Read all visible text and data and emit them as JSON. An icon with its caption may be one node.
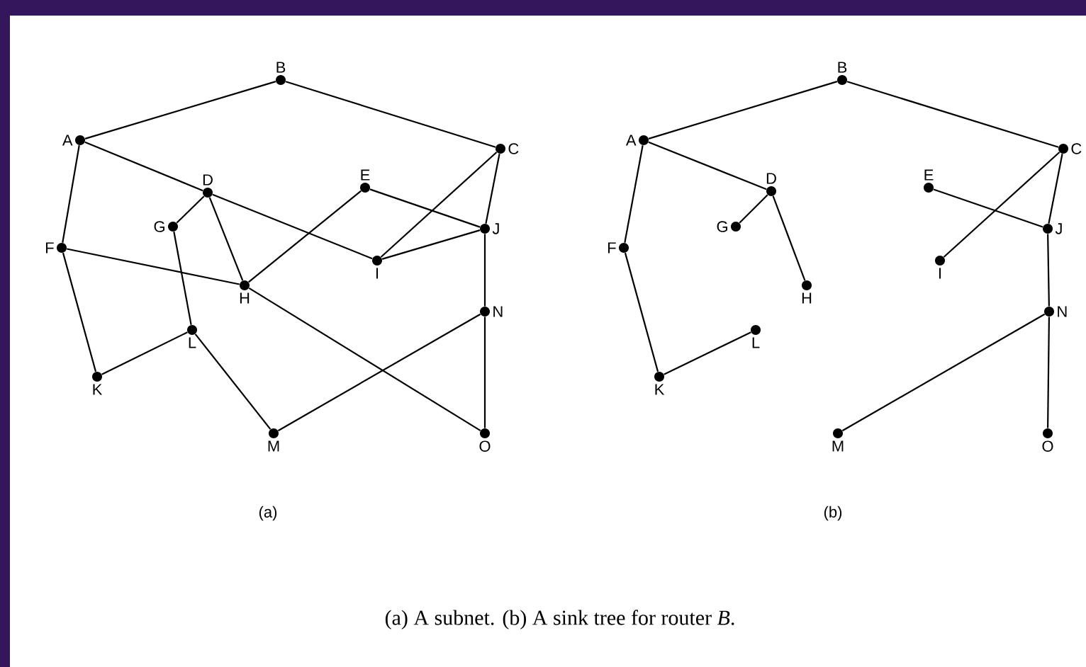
{
  "diagram": {
    "caption": "(a) A subnet. (b) A sink tree for router *B*.",
    "nodes": [
      {
        "text": [
          "A"
        ]
      },
      {
        "text": [
          "B"
        ]
      },
      {
        "text": [
          "C"
        ]
      },
      {
        "text": [
          "D"
        ]
      },
      {
        "text": [
          "E"
        ]
      },
      {
        "text": [
          "F"
        ]
      },
      {
        "text": [
          "G"
        ]
      },
      {
        "text": [
          "H"
        ]
      },
      {
        "text": [
          "I"
        ]
      },
      {
        "text": [
          "J"
        ]
      },
      {
        "text": [
          "K"
        ]
      },
      {
        "text": [
          "L"
        ]
      },
      {
        "text": [
          "M"
        ]
      },
      {
        "text": [
          "N"
        ]
      },
      {
        "text": [
          "O"
        ]
      },
      {
        "text": [
          "A"
        ]
      },
      {
        "text": [
          "B"
        ]
      },
      {
        "text": [
          "C"
        ]
      },
      {
        "text": [
          "D"
        ]
      },
      {
        "text": [
          "E"
        ]
      },
      {
        "text": [
          "F"
        ]
      },
      {
        "text": [
          "G"
        ]
      },
      {
        "text": [
          "H"
        ]
      },
      {
        "text": [
          "I"
        ]
      },
      {
        "text": [
          "J"
        ]
      },
      {
        "text": [
          "K"
        ]
      },
      {
        "text": [
          "L"
        ]
      },
      {
        "text": [
          "M"
        ]
      },
      {
        "text": [
          "N"
        ]
      },
      {
        "text": [
          "O"
        ]
      }
    ],
    "edges": [
      {
        "from": 0,
        "to": 1,
        "arrow": "none"
      },
      {
        "from": 1,
        "to": 2,
        "arrow": "none"
      },
      {
        "from": 0,
        "to": 5,
        "arrow": "none"
      },
      {
        "from": 0,
        "to": 3,
        "arrow": "none"
      },
      {
        "from": 3,
        "to": 8,
        "arrow": "none"
      },
      {
        "from": 3,
        "to": 6,
        "arrow": "none"
      },
      {
        "from": 3,
        "to": 7,
        "arrow": "none"
      },
      {
        "from": 6,
        "to": 11,
        "arrow": "none"
      },
      {
        "from": 5,
        "to": 7,
        "arrow": "none"
      },
      {
        "from": 7,
        "to": 14,
        "arrow": "none"
      },
      {
        "from": 7,
        "to": 4,
        "arrow": "none"
      },
      {
        "from": 4,
        "to": 9,
        "arrow": "none"
      },
      {
        "from": 2,
        "to": 8,
        "arrow": "none"
      },
      {
        "from": 2,
        "to": 9,
        "arrow": "none"
      },
      {
        "from": 8,
        "to": 9,
        "arrow": "none"
      },
      {
        "from": 9,
        "to": 13,
        "arrow": "none"
      },
      {
        "from": 13,
        "to": 14,
        "arrow": "none"
      },
      {
        "from": 13,
        "to": 12,
        "arrow": "none"
      },
      {
        "from": 11,
        "to": 12,
        "arrow": "none"
      },
      {
        "from": 11,
        "to": 10,
        "arrow": "none"
      },
      {
        "from": 5,
        "to": 10,
        "arrow": "none"
      },
      {
        "from": 15,
        "to": 16,
        "arrow": "none"
      },
      {
        "from": 16,
        "to": 17,
        "arrow": "none"
      },
      {
        "from": 15,
        "to": 20,
        "arrow": "none"
      },
      {
        "from": 15,
        "to": 18,
        "arrow": "none"
      },
      {
        "from": 18,
        "to": 21,
        "arrow": "none"
      },
      {
        "from": 18,
        "to": 22,
        "arrow": "none"
      },
      {
        "from": 20,
        "to": 25,
        "arrow": "none"
      },
      {
        "from": 25,
        "to": 26,
        "arrow": "none"
      },
      {
        "from": 19,
        "to": 24,
        "arrow": "none"
      },
      {
        "from": 17,
        "to": 23,
        "arrow": "none"
      },
      {
        "from": 17,
        "to": 24,
        "arrow": "none"
      },
      {
        "from": 24,
        "to": 28,
        "arrow": "none"
      },
      {
        "from": 28,
        "to": 27,
        "arrow": "none"
      },
      {
        "from": 28,
        "to": 29,
        "arrow": "none"
      }
    ],
    "labels": [
      "(a)",
      "(b)"
    ]
  }
}
